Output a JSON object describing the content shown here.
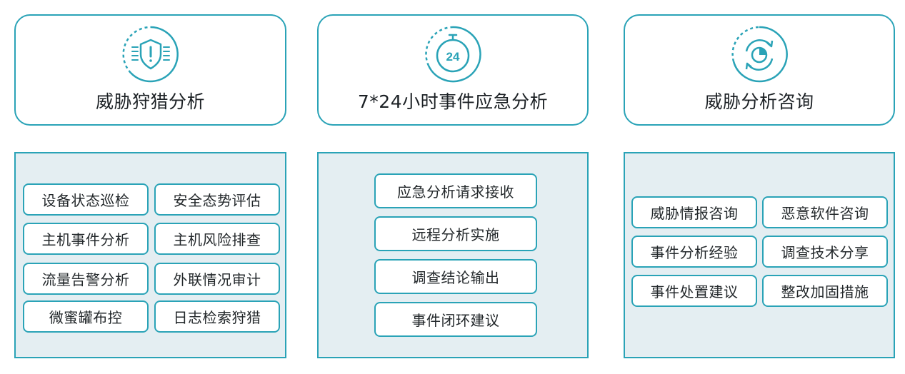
{
  "accent_color": "#2aa3b7",
  "panel_fill": "#e4eef2",
  "cards": [
    {
      "title": "威胁狩猎分析",
      "icon": "shield-alert-icon"
    },
    {
      "title": "7*24小时事件应急分析",
      "icon": "clock-24-icon"
    },
    {
      "title": "威胁分析咨询",
      "icon": "refresh-chart-icon"
    }
  ],
  "clock_badge": "24",
  "panels": [
    {
      "items": [
        "设备状态巡检",
        "安全态势评估",
        "主机事件分析",
        "主机风险排查",
        "流量告警分析",
        "外联情况审计",
        "微蜜罐布控",
        "日志检索狩猎"
      ]
    },
    {
      "items": [
        "应急分析请求接收",
        "远程分析实施",
        "调查结论输出",
        "事件闭环建议"
      ]
    },
    {
      "items": [
        "威胁情报咨询",
        "恶意软件咨询",
        "事件分析经验",
        "调查技术分享",
        "事件处置建议",
        "整改加固措施"
      ]
    }
  ]
}
